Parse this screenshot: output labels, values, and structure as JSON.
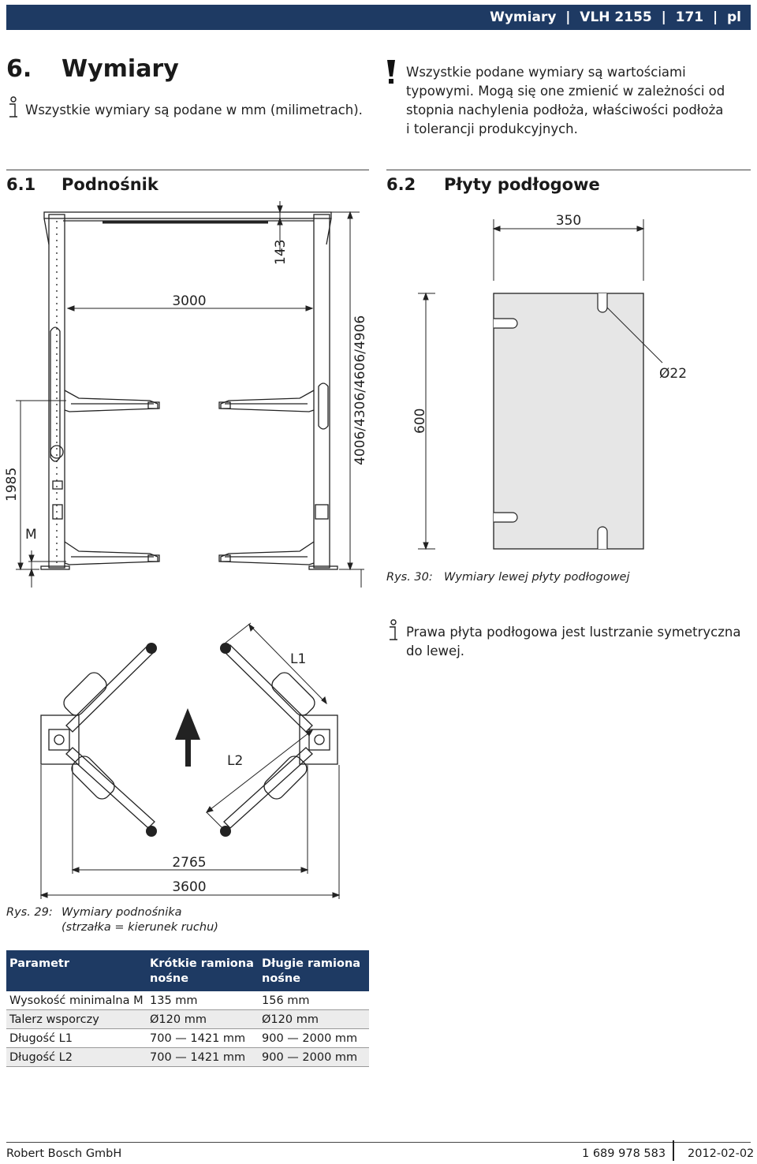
{
  "header": {
    "text": "Wymiary  |  VLH 2155  |  171  |  pl"
  },
  "section": {
    "number": "6.",
    "title": "Wymiary"
  },
  "note_mm": "Wszystkie wymiary są podane w mm (milimetrach).",
  "warning_lines": [
    "Wszystkie podane wymiary są wartościami",
    "typowymi. Mogą się one zmienić w zależności od",
    "stopnia nachylenia podłoża, właściwości podłoża",
    "i tolerancji produkcyjnych."
  ],
  "sub1": {
    "number": "6.1",
    "title": "Podnośnik"
  },
  "sub2": {
    "number": "6.2",
    "title": "Płyty podłogowe"
  },
  "lift_dims": {
    "width": "3000",
    "clearance": "143",
    "height": "4006/4306/4606/4906",
    "arm_height": "1985",
    "min": "M"
  },
  "plate_dims": {
    "width": "350",
    "height": "600",
    "hole": "Ø22"
  },
  "fig30": {
    "label": "Rys. 30:",
    "text": "Wymiary lewej płyty podłogowej"
  },
  "note_mirror_lines": [
    "Prawa płyta podłogowa jest lustrzanie symetryczna",
    "do lewej."
  ],
  "top_dims": {
    "l1": "L1",
    "l2": "L2",
    "inner": "2765",
    "outer": "3600"
  },
  "fig29": {
    "label": "Rys. 29:",
    "lines": [
      "Wymiary podnośnika",
      "(strzałka = kierunek ruchu)"
    ]
  },
  "table": {
    "headers": [
      "Parametr",
      "Krótkie ramiona\nnośne",
      "Długie ramiona\nnośne"
    ],
    "rows": [
      [
        "Wysokość minimalna M",
        "135 mm",
        "156 mm"
      ],
      [
        "Talerz wsporczy",
        "Ø120 mm",
        "Ø120 mm"
      ],
      [
        "Długość L1",
        "700 — 1421 mm",
        "900 — 2000 mm"
      ],
      [
        "Długość L2",
        "700 — 1421 mm",
        "900 — 2000 mm"
      ]
    ]
  },
  "footer": {
    "company": "Robert Bosch GmbH",
    "docnum": "1 689 978 583",
    "date": "2012-02-02"
  },
  "colors": {
    "accent": "#1e3a63",
    "plate": "#e6e6e6"
  },
  "icons": [
    "info-icon",
    "warning-icon",
    "direction-arrow-icon"
  ]
}
